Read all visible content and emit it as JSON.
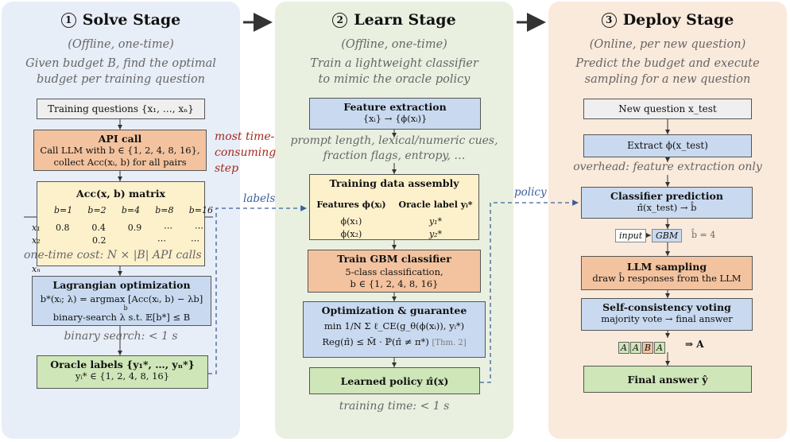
{
  "stage1": {
    "num": "1",
    "title": "Solve Stage",
    "mode": "(Offline, one-time)",
    "desc1": "Given budget B, find the optimal",
    "desc2": "budget per training question",
    "training": "Training questions {x₁, …, xₙ}",
    "api_title": "API call",
    "api_line1": "Call LLM with b ∈ {1, 2, 4, 8, 16},",
    "api_line2": "collect Acc(xᵢ, b) for all pairs",
    "note_red1": "most time-",
    "note_red2": "consuming",
    "note_red3": "step",
    "matrix_title": "Acc(x, b) matrix",
    "matrix_headers": [
      "b=1",
      "b=2",
      "b=4",
      "b=8",
      "b=16"
    ],
    "matrix_rows": [
      {
        "label": "x₁",
        "cells": [
          "0.8",
          "0.4",
          "0.9",
          "⋯",
          "⋯"
        ]
      },
      {
        "label": "x₂",
        "cells": [
          "",
          "0.2",
          "",
          "⋯",
          "⋯"
        ]
      },
      {
        "label": "xₙ",
        "cells": [
          "",
          "",
          "",
          "",
          ""
        ]
      }
    ],
    "cost_note": "one-time cost: N × |B| API calls",
    "lagr_title": "Lagrangian optimization",
    "lagr_line1": "b*(xᵢ; λ) = argmax [Acc(xᵢ, b) − λb]",
    "lagr_sub": "b",
    "lagr_line2": "binary-search λ s.t. 𝔼[b*] ≤ B",
    "binary_note": "binary search: < 1 s",
    "oracle_title": "Oracle labels {y₁*, …, yₙ*}",
    "oracle_line": "yᵢ* ∈ {1, 2, 4, 8, 16}"
  },
  "stage2": {
    "num": "2",
    "title": "Learn Stage",
    "mode": "(Offline, one-time)",
    "desc1": "Train a lightweight classifier",
    "desc2": "to mimic the oracle policy",
    "feat_title": "Feature extraction",
    "feat_line": "{xᵢ}  →  {ϕ(xᵢ)}",
    "feat_note1": "prompt length, lexical/numeric cues,",
    "feat_note2": "fraction flags, entropy, …",
    "assembly_title": "Training data assembly",
    "assembly_col1": "Features ϕ(xᵢ)",
    "assembly_col2": "Oracle label yᵢ*",
    "assembly_rows": [
      {
        "f": "ϕ(x₁)",
        "y": "y₁*"
      },
      {
        "f": "ϕ(x₂)",
        "y": "y₂*"
      }
    ],
    "gbm_title": "Train GBM classifier",
    "gbm_line1": "5-class classification,",
    "gbm_line2": "b  ∈  {1, 2, 4, 8, 16}",
    "opt_title": "Optimization & guarantee",
    "opt_line1": "min  1/N Σ ℓ_CE(g_θ(ϕ(xᵢ)), yᵢ*)",
    "opt_line2": "Reg(π̂)  ≤  M̃ · ℙ(π̂ ≠ π*)",
    "opt_ref": "[Thm. 2]",
    "policy_title": "Learned policy π̂(x)",
    "train_note": "training time: < 1 s"
  },
  "stage3": {
    "num": "3",
    "title": "Deploy Stage",
    "mode": "(Online, per new question)",
    "desc1": "Predict the budget and execute",
    "desc2": "sampling for a new question",
    "newq": "New question x_test",
    "extract": "Extract ϕ(x_test)",
    "overhead": "overhead: feature extraction only",
    "clf_title": "Classifier prediction",
    "clf_line": "π̂(x_test)  →  b̂",
    "input_chip": "input",
    "gbm_chip": "GBM",
    "bhat": "b̂ = 4",
    "samp_title": "LLM sampling",
    "samp_line": "draw b̂ responses from the LLM",
    "vote_title": "Self-consistency voting",
    "vote_line": "majority vote → final answer",
    "votes": [
      "A",
      "A",
      "B",
      "A"
    ],
    "vote_result": "⇒ A",
    "final": "Final answer ŷ"
  },
  "links": {
    "labels": "labels",
    "policy": "policy"
  }
}
